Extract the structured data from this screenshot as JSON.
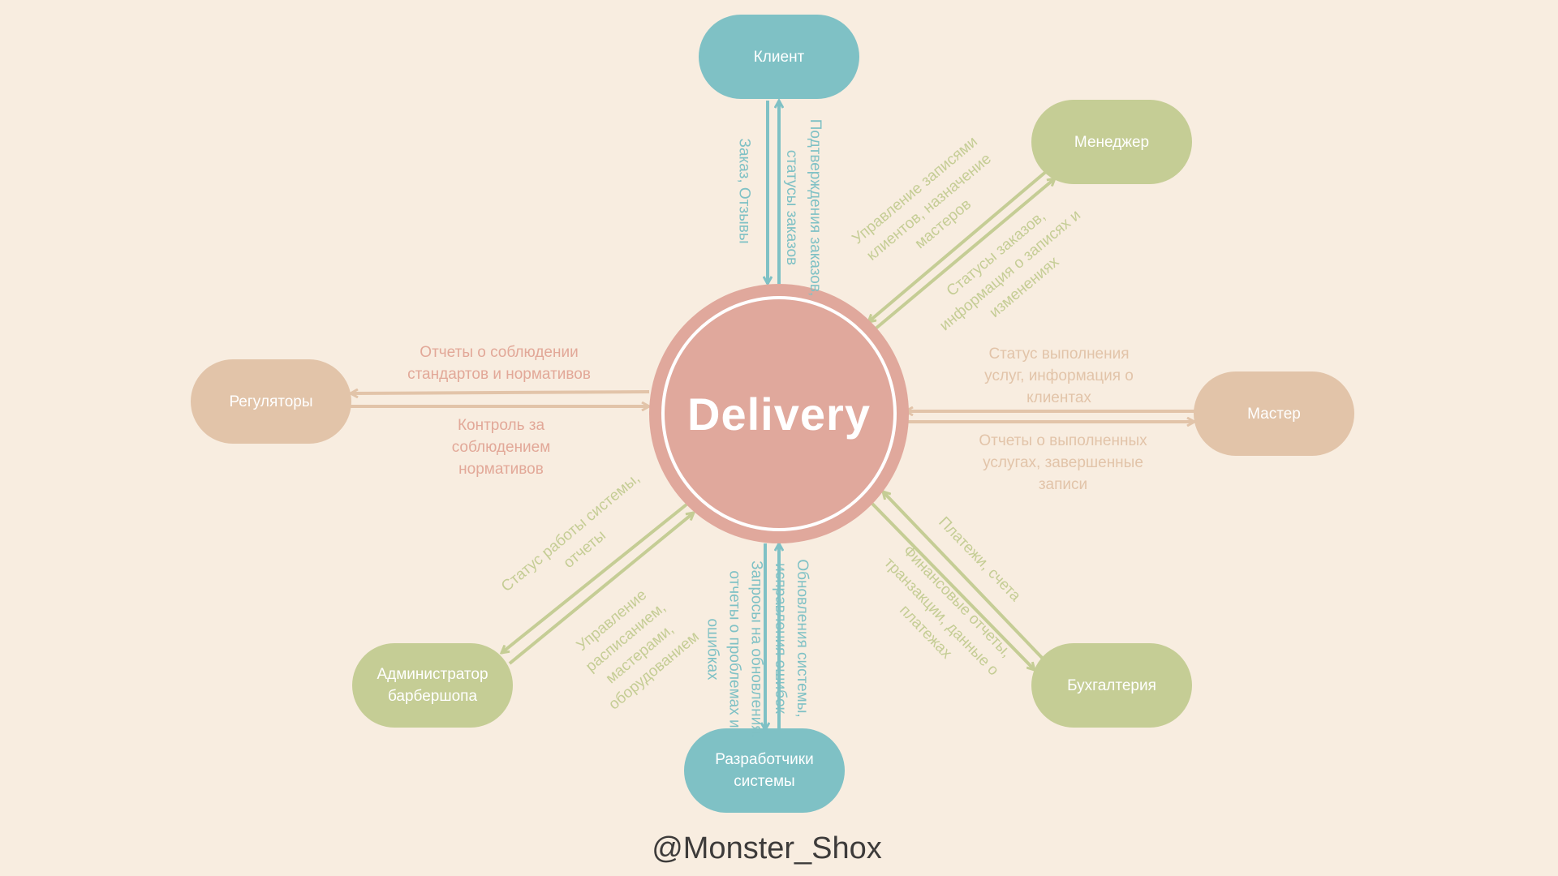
{
  "center": {
    "title": "Delivery"
  },
  "nodes": {
    "client": "Клиент",
    "manager": "Менеджер",
    "master": "Мастер",
    "accounting": "Бухгалтерия",
    "developers": "Разработчики системы",
    "admin": "Администратор барбершопа",
    "regulators": "Регуляторы"
  },
  "flows": {
    "client_to_system": "Заказ, Отзывы",
    "system_to_client": "Подтверждения заказов, статусы заказов",
    "manager_to_system": "Управление записями клиентов, назначение мастеров",
    "system_to_manager": "Статусы заказов, информация о записях и изменениях",
    "system_to_master": "Статус выполнения услуг, информация о клиентах",
    "master_to_system": "Отчеты о выполненных услугах, завершенные записи",
    "accounting_to_system": "Платежи, счета",
    "system_to_accounting": "Финансовые отчеты, транзакции, данные о платежах",
    "developers_to_system": "Обновления системы, исправления ошибок",
    "system_to_developers": "Запросы на обновления, отчеты о проблемах и ошибках",
    "system_to_admin": "Статус работы системы, отчеты",
    "admin_to_system": "Управление расписанием, мастерами, оборудованием",
    "system_to_regulators": "Отчеты о соблюдении стандартов и нормативов",
    "regulators_to_system": "Контроль за соблюдением нормативов"
  },
  "watermark": "@Monster_Shox",
  "colors": {
    "background": "#f8ede0",
    "teal": "#7fc1c5",
    "green": "#c5cd95",
    "tan": "#e2c4a9",
    "rose": "#e2a898",
    "center_fill": "#e0a89c"
  }
}
